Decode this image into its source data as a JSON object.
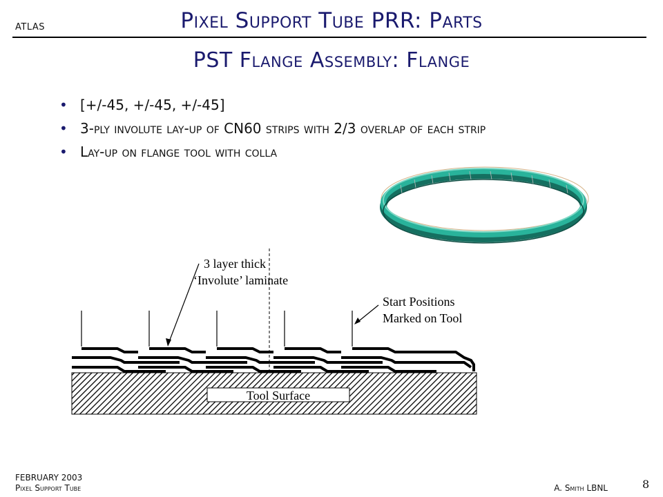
{
  "header": {
    "logo_text": "ATLAS",
    "title": "Pixel Support Tube PRR: Parts"
  },
  "slide": {
    "subtitle": "PST Flange Assembly: Flange",
    "bullets": [
      "[+/-45, +/-45, +/-45]",
      "3-ply involute lay-up of CN60 strips with 2/3 overlap of each strip",
      "Lay-up on flange tool with colla"
    ]
  },
  "diagram": {
    "label_laminate_line1": "3 layer thick",
    "label_laminate_line2": "‘Involute’ laminate",
    "label_start_line1": "Start Positions",
    "label_start_line2": "Marked on Tool",
    "label_tool_surface": "Tool Surface"
  },
  "footer": {
    "date": "FEBRUARY 2003",
    "project": "Pixel Support Tube",
    "author": "A. Smith LBNL",
    "page_number": "8"
  },
  "colors": {
    "title": "#1a1a6e",
    "flange_green": "#1f9e8a"
  }
}
